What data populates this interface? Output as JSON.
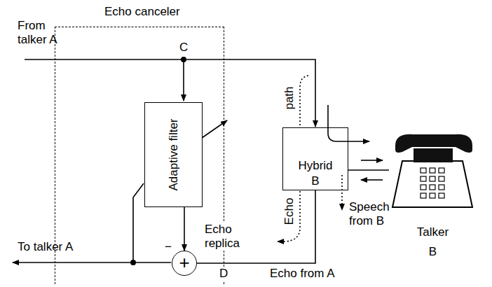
{
  "diagram": {
    "nodes": [
      {
        "text": [
          "Echo canceler"
        ]
      },
      {
        "text": [
          "Adaptive filter"
        ],
        "in": 0
      },
      {
        "text": [
          "+"
        ],
        "in": 0
      },
      {
        "text": [
          "Hybrid",
          "B"
        ]
      },
      {
        "text": [
          "Talker",
          "B"
        ]
      }
    ],
    "edges": [
      {
        "from": 1,
        "to": 2,
        "arrow": "to"
      },
      {
        "from": 3,
        "to": 2,
        "arrow": "none"
      },
      {
        "from": 3,
        "to": 4,
        "arrow": "none"
      }
    ],
    "labels": [
      "From talker A",
      "C",
      "path",
      "Echo",
      "−",
      "Echo replica",
      "D",
      "To talker A",
      "Speech from B",
      "Echo from A"
    ]
  }
}
